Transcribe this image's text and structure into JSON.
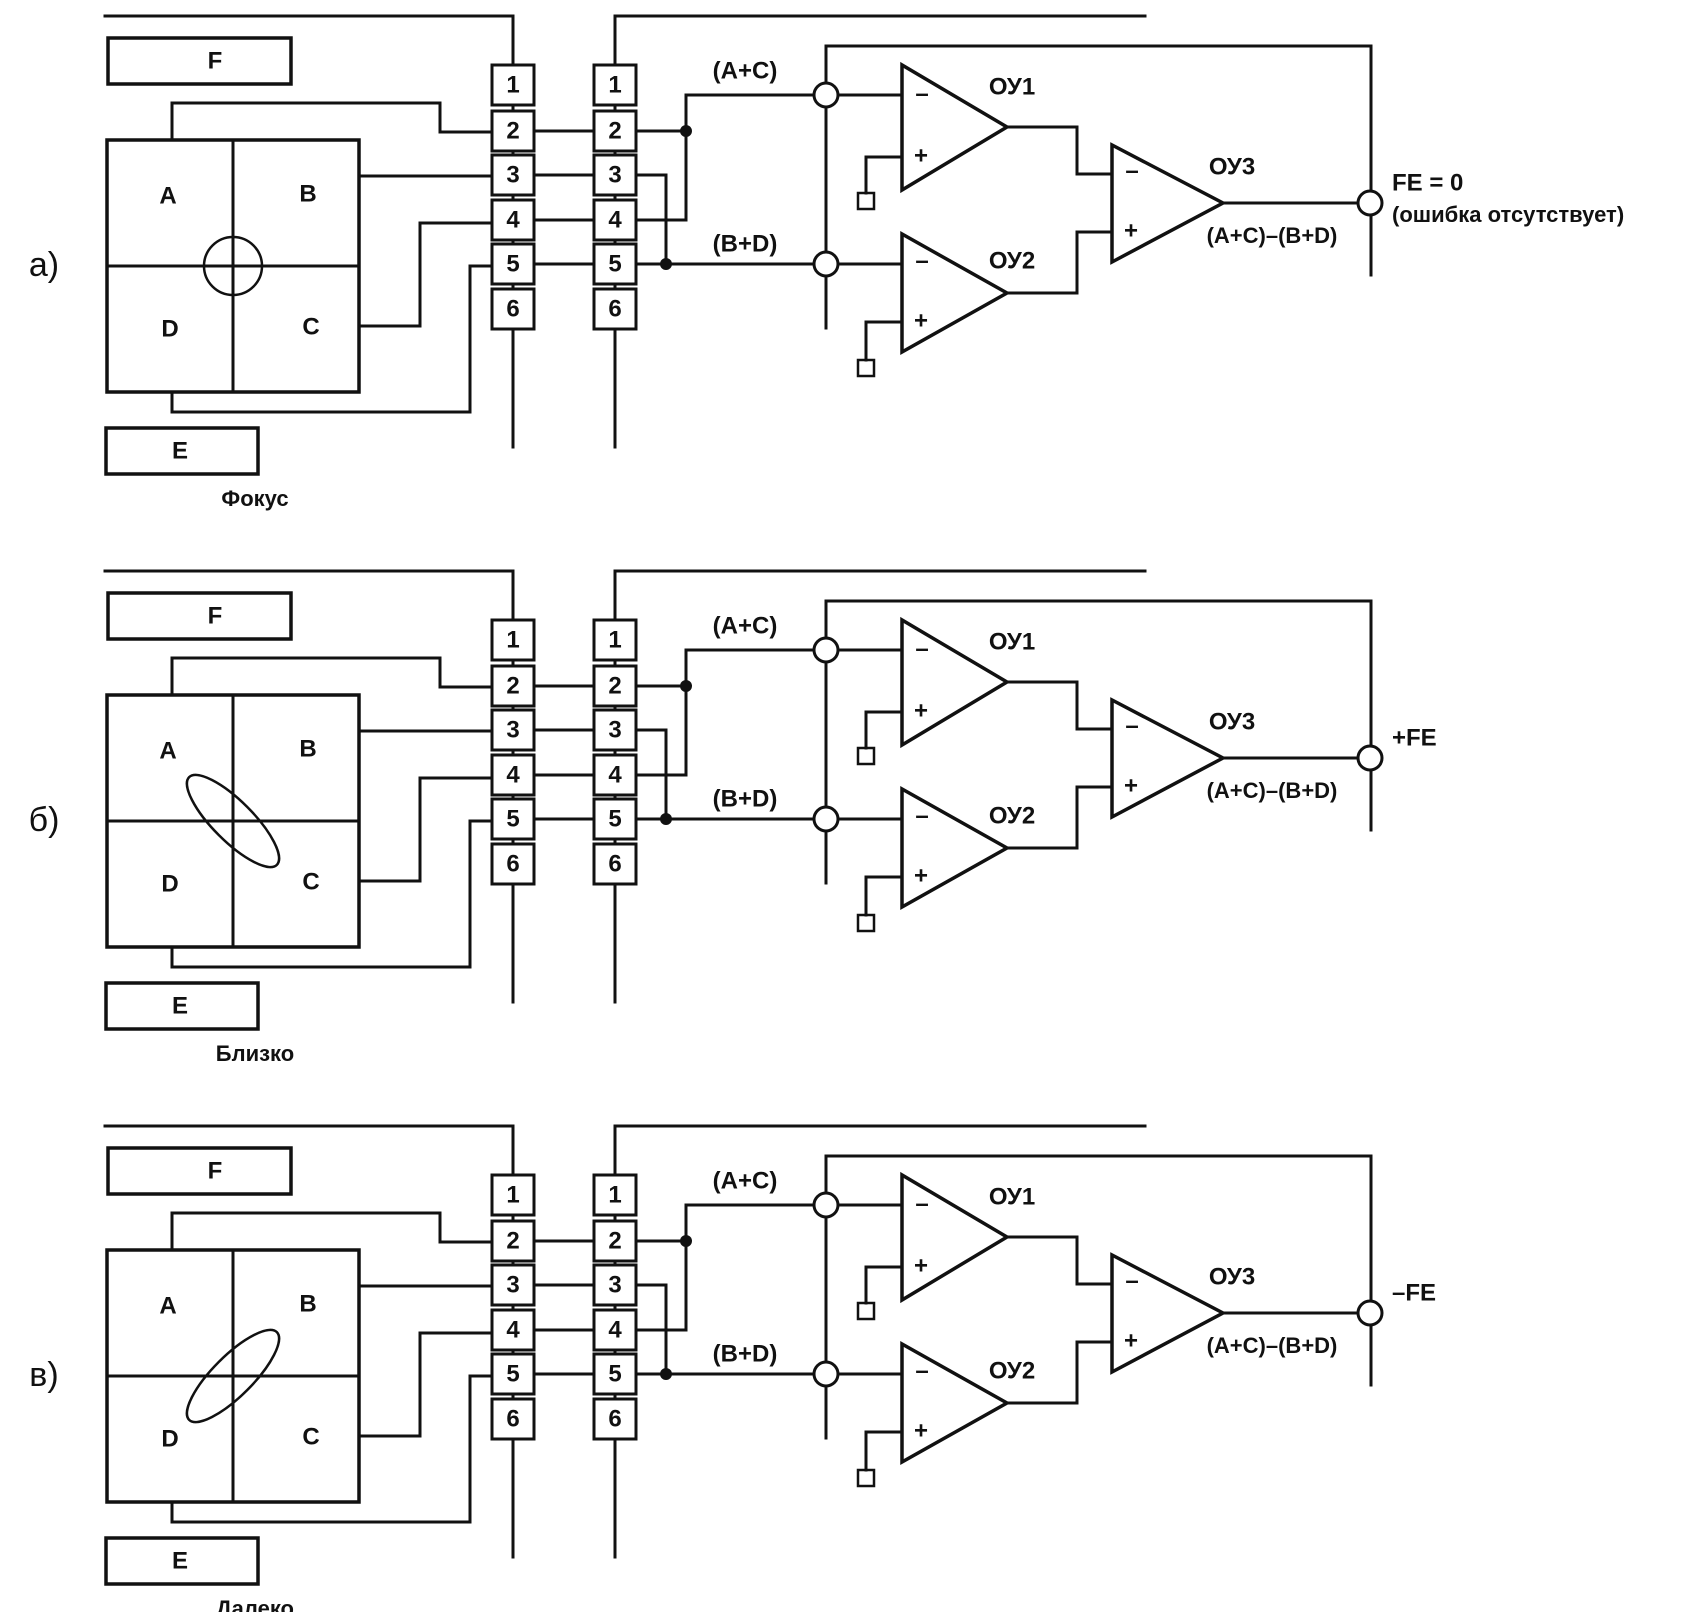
{
  "labels": {
    "pins": [
      "1",
      "2",
      "3",
      "4",
      "5",
      "6"
    ],
    "quadrants": {
      "a": "A",
      "b": "B",
      "c": "C",
      "d": "D"
    },
    "side_sensors": {
      "top": "F",
      "bottom": "E"
    },
    "sum_ac": "(A+C)",
    "sum_bd": "(B+D)",
    "amp1": "ОУ1",
    "amp2": "ОУ2",
    "amp3": "ОУ3",
    "difference": "(A+C)–(B+D)",
    "minus": "–",
    "plus": "+"
  },
  "panels": [
    {
      "id": "a",
      "letter": "а)",
      "state": "Фокус",
      "output_line1": "FE = 0",
      "output_line2": "(ошибка отсутствует)",
      "spot": "circle"
    },
    {
      "id": "b",
      "letter": "б)",
      "state": "Близко",
      "output_line1": "+FE",
      "output_line2": "",
      "spot": "ellipse-ac"
    },
    {
      "id": "c",
      "letter": "в)",
      "state": "Далеко",
      "output_line1": "–FE",
      "output_line2": "",
      "spot": "ellipse-bd"
    }
  ]
}
